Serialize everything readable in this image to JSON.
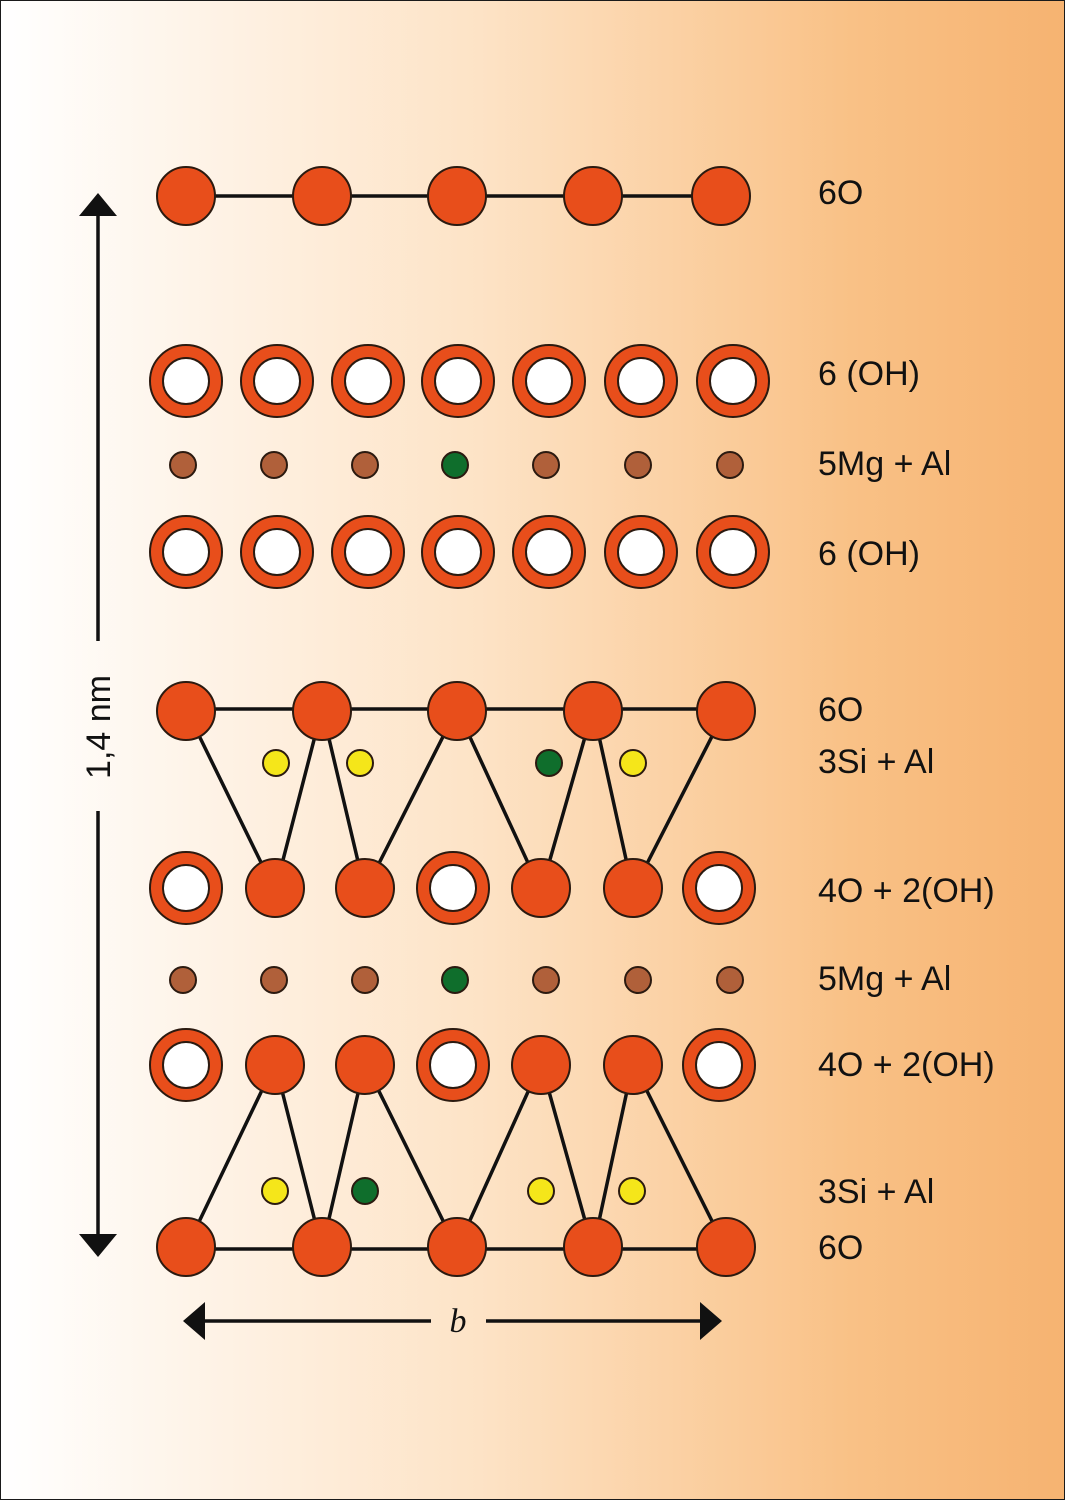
{
  "colors": {
    "oxygen": "#e84e1b",
    "hydroxyl_core": "#ffffff",
    "magnesium": "#b0603a",
    "aluminium": "#0f6e2c",
    "silicon": "#f5e61a",
    "gradient_start": "#ffffff",
    "gradient_end": "#f6b371"
  },
  "labels": {
    "top_6o": "6O",
    "oh_1": "6 (OH)",
    "mgal_1": "5Mg + Al",
    "oh_2": "6 (OH)",
    "tet_6o": "6O",
    "tet_sial_1": "3Si + Al",
    "mixed_1": "4O + 2(OH)",
    "mgal_2": "5Mg + Al",
    "mixed_2": "4O + 2(OH)",
    "tet_sial_2": "3Si + Al",
    "bottom_6o": "6O"
  },
  "dimension": {
    "vertical": "1,4 nm",
    "horizontal": "b"
  },
  "layers": {
    "top_o": [
      "O",
      "O",
      "O",
      "O",
      "O"
    ],
    "oh_1": [
      "OH",
      "OH",
      "OH",
      "OH",
      "OH",
      "OH",
      "OH"
    ],
    "cations_1": [
      "Mg",
      "Mg",
      "Mg",
      "Al",
      "Mg",
      "Mg",
      "Mg"
    ],
    "oh_2": [
      "OH",
      "OH",
      "OH",
      "OH",
      "OH",
      "OH",
      "OH"
    ],
    "tet_top_o": [
      "O",
      "O",
      "O",
      "O",
      "O"
    ],
    "tet_cations_1": [
      "Si",
      "Si",
      "Al",
      "Si"
    ],
    "mixed_1": [
      "OH",
      "O",
      "O",
      "OH",
      "O",
      "O",
      "OH"
    ],
    "cations_2": [
      "Mg",
      "Mg",
      "Mg",
      "Al",
      "Mg",
      "Mg",
      "Mg"
    ],
    "mixed_2": [
      "OH",
      "O",
      "O",
      "OH",
      "O",
      "O",
      "OH"
    ],
    "tet_cations_2": [
      "Si",
      "Al",
      "Si",
      "Si"
    ],
    "tet_bottom_o": [
      "O",
      "O",
      "O",
      "O",
      "O"
    ]
  }
}
